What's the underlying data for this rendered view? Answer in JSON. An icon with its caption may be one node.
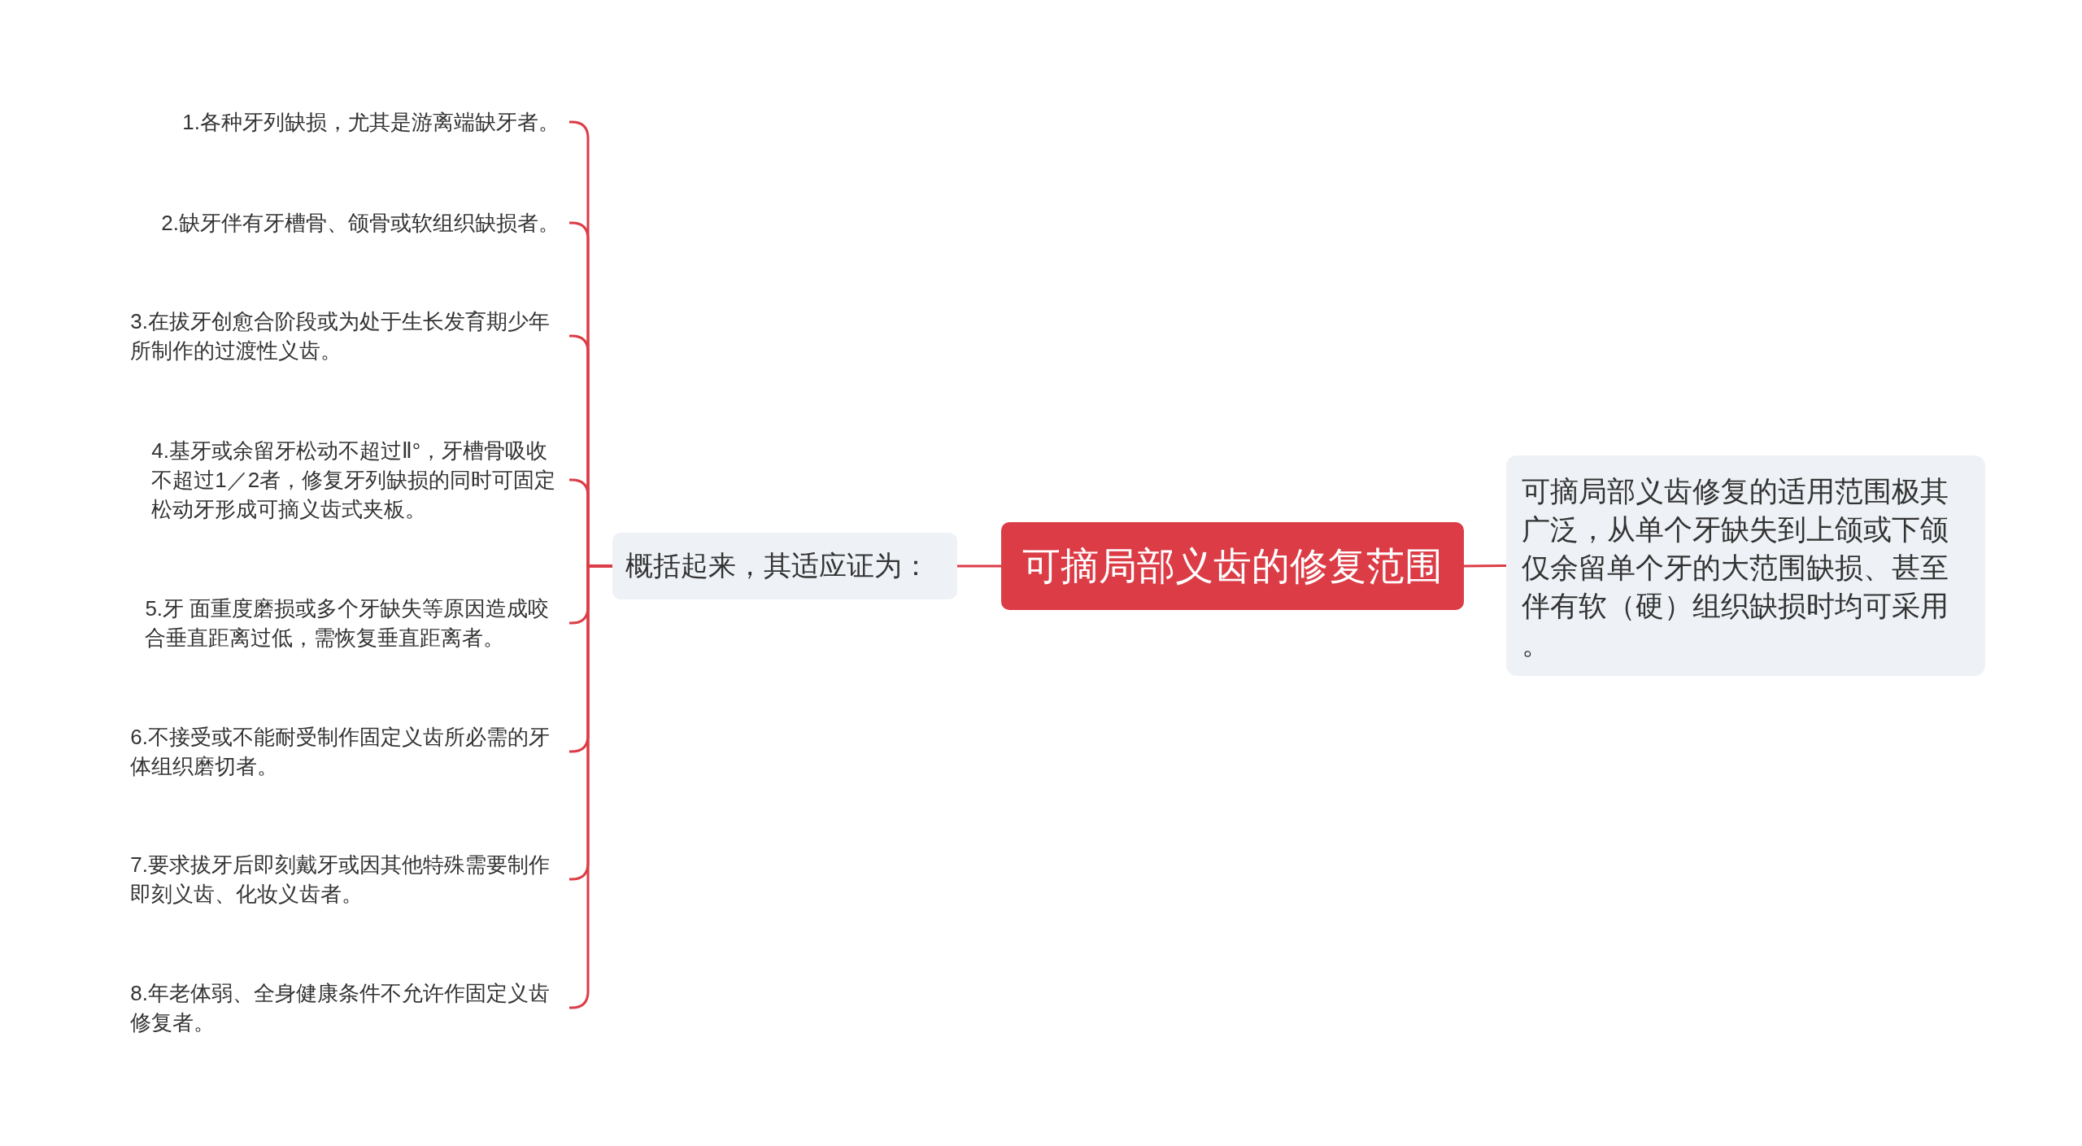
{
  "diagram": {
    "nodes": [
      {
        "text": [
          "可摘局部义齿的修复范围"
        ]
      },
      {
        "text": [
          "概括起来，其适应证为："
        ]
      },
      {
        "text": [
          "1.各种牙列缺损，尤其是游离端缺牙者。"
        ]
      },
      {
        "text": [
          "2.缺牙伴有牙槽骨、颌骨或软组织缺损者。"
        ]
      },
      {
        "text": [
          "3.在拔牙创愈合阶段或为处于生长发育期少年所制作的过渡性义齿。"
        ]
      },
      {
        "text": [
          "4.基牙或余留牙松动不超过Ⅱ°，牙槽骨吸收不超过1／2者，修复牙列缺损的同时可固定松动牙形成可摘义齿式夹板。"
        ]
      },
      {
        "text": [
          "5.牙 面重度磨损或多个牙缺失等原因造成咬合垂直距离过低，需恢复垂直距离者。"
        ]
      },
      {
        "text": [
          "6.不接受或不能耐受制作固定义齿所必需的牙体组织磨切者。"
        ]
      },
      {
        "text": [
          "7.要求拔牙后即刻戴牙或因其他特殊需要制作即刻义齿、化妆义齿者。"
        ]
      },
      {
        "text": [
          "8.年老体弱、全身健康条件不允许作固定义齿修复者。"
        ]
      },
      {
        "text": [
          "可摘局部义齿修复的适用范围极其广泛，从单个牙缺失到上颌或下颌仅余留单个牙的大范围缺损、甚至伴有软（硬）组织缺损时均可采用。"
        ]
      }
    ],
    "edges": [
      {
        "from": 0,
        "to": 1,
        "arrow": "none"
      },
      {
        "from": 1,
        "to": 2,
        "arrow": "none"
      },
      {
        "from": 1,
        "to": 3,
        "arrow": "none"
      },
      {
        "from": 1,
        "to": 4,
        "arrow": "none"
      },
      {
        "from": 1,
        "to": 5,
        "arrow": "none"
      },
      {
        "from": 1,
        "to": 6,
        "arrow": "none"
      },
      {
        "from": 1,
        "to": 7,
        "arrow": "none"
      },
      {
        "from": 1,
        "to": 8,
        "arrow": "none"
      },
      {
        "from": 1,
        "to": 9,
        "arrow": "none"
      },
      {
        "from": 0,
        "to": 10,
        "arrow": "none"
      }
    ]
  }
}
